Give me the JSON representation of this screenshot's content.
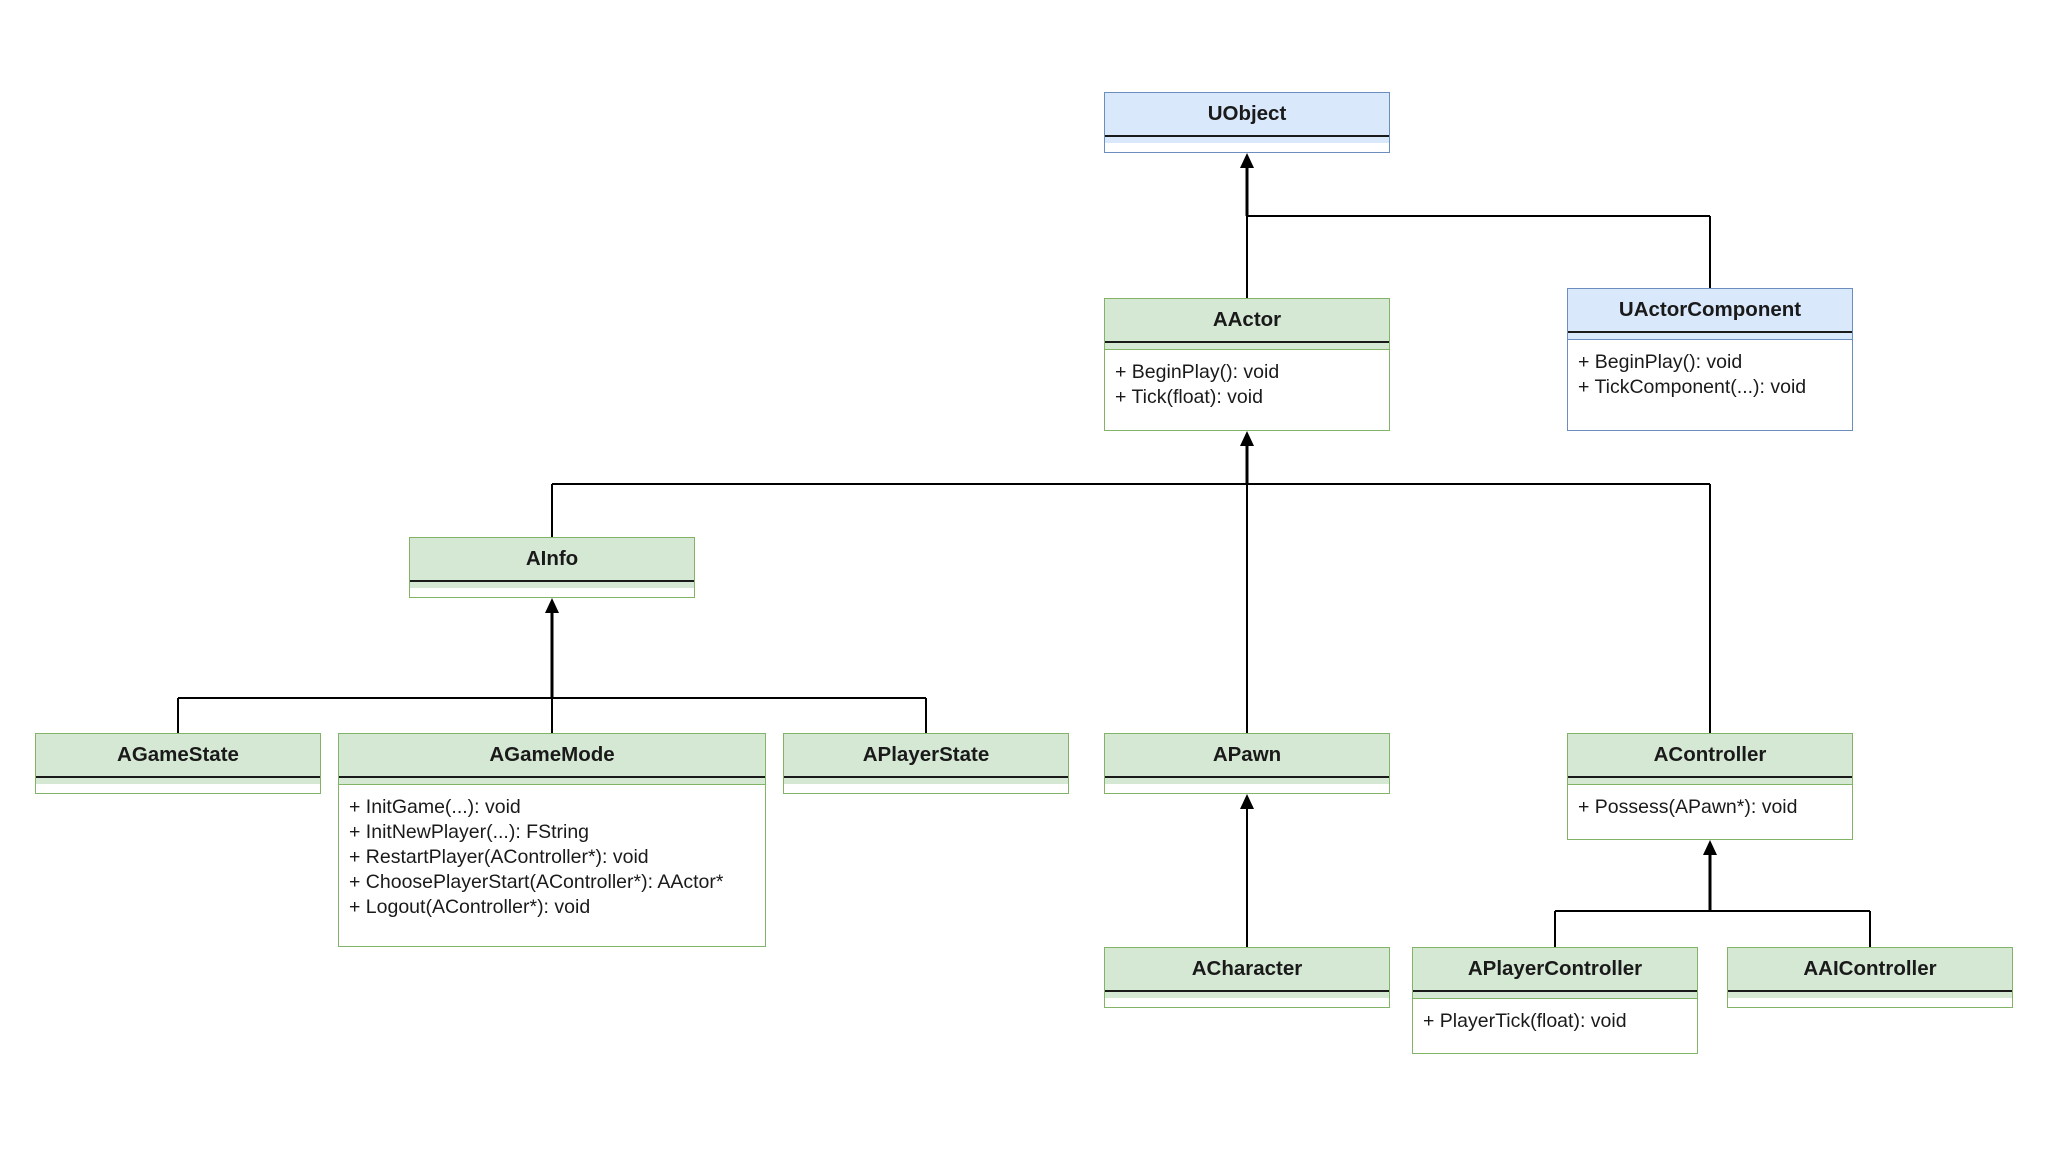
{
  "classes": [
    {
      "id": "UObject",
      "name": "UObject",
      "color": "blue",
      "methods": []
    },
    {
      "id": "AActor",
      "name": "AActor",
      "color": "green",
      "methods": [
        "+ BeginPlay(): void",
        "+ Tick(float): void"
      ]
    },
    {
      "id": "UActorComponent",
      "name": "UActorComponent",
      "color": "blue",
      "methods": [
        "+ BeginPlay(): void",
        "+ TickComponent(...): void"
      ]
    },
    {
      "id": "AInfo",
      "name": "AInfo",
      "color": "green",
      "methods": []
    },
    {
      "id": "AGameState",
      "name": "AGameState",
      "color": "green",
      "methods": []
    },
    {
      "id": "AGameMode",
      "name": "AGameMode",
      "color": "green",
      "methods": [
        "+ InitGame(...): void",
        "+ InitNewPlayer(...): FString",
        "+ RestartPlayer(AController*): void",
        "+ ChoosePlayerStart(AController*): AActor*",
        "+ Logout(AController*): void"
      ]
    },
    {
      "id": "APlayerState",
      "name": "APlayerState",
      "color": "green",
      "methods": []
    },
    {
      "id": "APawn",
      "name": "APawn",
      "color": "green",
      "methods": []
    },
    {
      "id": "AController",
      "name": "AController",
      "color": "green",
      "methods": [
        "+ Possess(APawn*): void"
      ]
    },
    {
      "id": "ACharacter",
      "name": "ACharacter",
      "color": "green",
      "methods": []
    },
    {
      "id": "APlayerController",
      "name": "APlayerController",
      "color": "green",
      "methods": [
        "+ PlayerTick(float): void"
      ]
    },
    {
      "id": "AAIController",
      "name": "AAIController",
      "color": "green",
      "methods": []
    }
  ],
  "inheritance": [
    {
      "parent": "UObject",
      "children": [
        "AActor",
        "UActorComponent"
      ]
    },
    {
      "parent": "AActor",
      "children": [
        "AInfo",
        "APawn",
        "AController"
      ]
    },
    {
      "parent": "AInfo",
      "children": [
        "AGameState",
        "AGameMode",
        "APlayerState"
      ]
    },
    {
      "parent": "APawn",
      "children": [
        "ACharacter"
      ]
    },
    {
      "parent": "AController",
      "children": [
        "APlayerController",
        "AAIController"
      ]
    }
  ],
  "colors": {
    "green_fill": "#d5e8d4",
    "green_stroke": "#82b366",
    "blue_fill": "#dae8fc",
    "blue_stroke": "#6c8ebf",
    "line": "#000000"
  }
}
